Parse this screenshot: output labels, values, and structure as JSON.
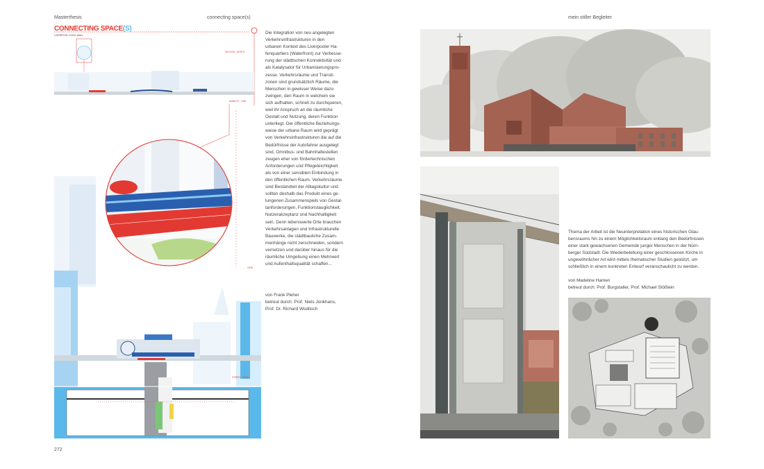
{
  "left_page": {
    "header_left": "Masterthesis",
    "header_center": "connecting space(s)",
    "page_number": "272",
    "poster": {
      "title": "CONNECTING SPACE",
      "title_suffix": "(S)",
      "subtitle": "LIVERPOOL DOCK WALL",
      "tag_1": "SECTION . NORTH",
      "tag_2": "MOBILITY . HUB",
      "tag_3": "VIEW",
      "tag_4": "STREET . LEVEL"
    },
    "body": "Die Integration von neu angelegten\nVerkehrsinfrastrukturen in den\nurbanen Kontext des Liverpooler Ha-\nfenquartiers (Waterfront) zur Verbesse-\nrung der städtischen Konnektivität und\nals Katalysator für Urbanisierungspro-\nzesse. Verkehrsräume und Transit-\nzonen sind grundsätzlich Räume, die\nMenschen in gewisser Weise dazu\nzwingen, den Raum in welchem sie\nsich aufhalten, schnell zu durchqueren,\nweil ihr Anspruch an die räumliche\nGestalt und Nutzung, deren Funktion\nunterliegt. Der öffentliche Beziehungs-\nweise der urbane Raum wird geprägt\nvon Verkehrsinfrastrukturen die auf die\nBedürfnisse der Autofahrer ausgelegt\nsind, Omnibus- und Bahnhaltestellen\nzeugen eher von fördertechnischen\nAnforderungen und Pflegeleichtigkeit\nals von einer sensiblen Einbindung in\nden öffentlichen Raum. Verkehrsräume\nsind Bestandteil der Alltagskultur und\nsollten deshalb das Produkt eines ge-\nlungenen Zusammenspiels von Gestal-\ntanforderungen, Funktionstauglichkeit,\nNutzerakzeptanz und Nachhaltigkeit\nsein. Denn lebenswerte Orte brauchen\nVerkehrsanlagen und Infrastrukturelle\nBauwerke, die städtbauliche Zusam-\nmenhänge nicht zerschneiden, sondern\nvernetzen und darüber hinaus für die\nräumliche Umgebung einen Mehrwert\nund Aufenthaltsqualität schaffen...",
    "credits": "von Frank Pleher\nbetreut durch: Prof. Niels Jonkhans,\nProf. Dr. Richard Woditsch"
  },
  "right_page": {
    "header_center": "mein stiller Begleiter",
    "body": "Thema der Arbeit ist die Neuinterpretation eines historischen Glau-\nbensraums hin zu einem Möglichkeitsraum entlang den Bedürfnissen\neiner stark gewachsenen Gemeinde junger Menschen in der Nürn-\nberger Südstadt. Die Wiederbelebung einer geschlossenen Kirche in\nungewöhnlicher Art wird mittels thematischer Studien gestützt, um\nschließlich in einem konkreten Entwurf veranschaulicht zu werden.",
    "credits": "von Madeline Hamen\nbetreut durch: Prof. Burgstaller, Prof. Michael Stößlein"
  },
  "colors": {
    "accent_red": "#e23a32",
    "sky_blue": "#5bb8ea",
    "brick": "#9c5a4a",
    "concrete": "#b9b8b2"
  }
}
